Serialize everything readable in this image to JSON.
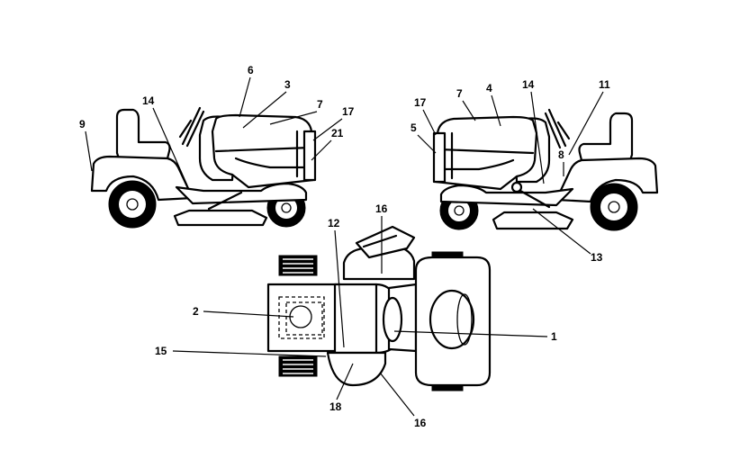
{
  "callouts": {
    "left_view": {
      "c9": "9",
      "c14": "14",
      "c6": "6",
      "c3": "3",
      "c7": "7",
      "c17": "17",
      "c21": "21"
    },
    "right_view": {
      "c17": "17",
      "c5": "5",
      "c7": "7",
      "c4": "4",
      "c14": "14",
      "c11": "11",
      "c8": "8",
      "c13": "13"
    },
    "top_view": {
      "c16a": "16",
      "c12": "12",
      "c2": "2",
      "c1": "1",
      "c15": "15",
      "c18": "18",
      "c16b": "16"
    }
  },
  "colors": {
    "ink": "#000000",
    "paper": "#ffffff"
  }
}
